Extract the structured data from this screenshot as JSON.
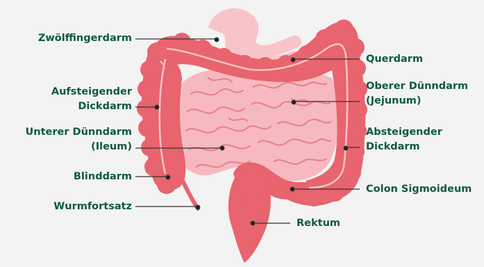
{
  "colors": {
    "background": "#f3f3f3",
    "colon": "#e8646e",
    "colon_dark": "#d94d59",
    "small_intestine": "#f6b9bf",
    "small_intestine_folds": "#e77f8a",
    "duodenum": "#f9c4c8",
    "label_text": "#0f5a3c",
    "leader_line": "#333333"
  },
  "labels": {
    "duodenum": [
      "Zwölffingerdarm"
    ],
    "ascending_colon": [
      "Aufsteigender",
      "Dickdarm"
    ],
    "ileum": [
      "Unterer Dünndarm",
      "(Ileum)"
    ],
    "cecum": [
      "Blinddarm"
    ],
    "appendix": [
      "Wurmfortsatz"
    ],
    "transverse_colon": [
      "Querdarm"
    ],
    "jejunum": [
      "Oberer Dünndarm",
      "(Jejunum)"
    ],
    "descending_colon": [
      "Absteigender",
      "Dickdarm"
    ],
    "sigmoid_colon": [
      "Colon Sigmoideum"
    ],
    "rectum": [
      "Rektum"
    ]
  }
}
